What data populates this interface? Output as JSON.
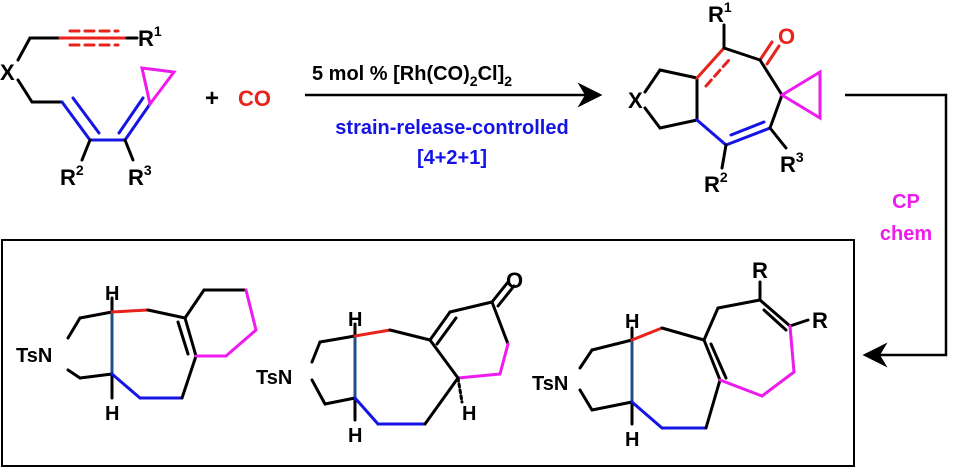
{
  "reaction": {
    "catalyst_line": "5 mol % [Rh(CO)",
    "catalyst_sub1": "2",
    "catalyst_mid": "Cl]",
    "catalyst_sub2": "2",
    "condition_line1": "strain-release-controlled",
    "condition_line2": "[4+2+1]",
    "plus": "+",
    "co": "CO"
  },
  "reactant": {
    "x": "X",
    "r1": "R",
    "r1_sup": "1",
    "r2": "R",
    "r2_sup": "2",
    "r3": "R",
    "r3_sup": "3"
  },
  "product": {
    "x": "X",
    "o": "O",
    "r1": "R",
    "r1_sup": "1",
    "r2": "R",
    "r2_sup": "2",
    "r3": "R",
    "r3_sup": "3"
  },
  "side_arrow": {
    "line1": "CP",
    "line2": "chem"
  },
  "targets": {
    "t1": {
      "tsn": "TsN",
      "h_top": "H",
      "h_bottom": "H"
    },
    "t2": {
      "tsn": "TsN",
      "h_top": "H",
      "h_bottom": "H",
      "h_right": "H",
      "o": "O"
    },
    "t3": {
      "tsn": "TsN",
      "h_top": "H",
      "h_bottom": "H",
      "r_top": "R",
      "r_right": "R"
    }
  },
  "colors": {
    "black": "#000000",
    "red": "#e8231c",
    "blue": "#1414e6",
    "magenta": "#ee1bee",
    "teal": "#1e4f86"
  }
}
